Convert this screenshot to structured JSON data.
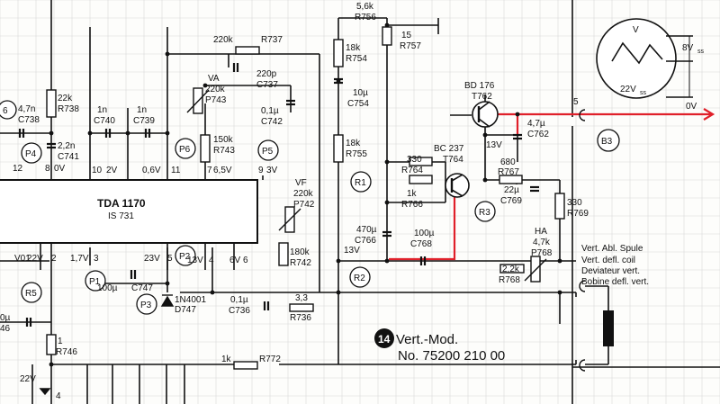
{
  "colors": {
    "ink": "#111111",
    "highlight": "#e0202a",
    "grid": "#d9d9d9",
    "paper": "#fdfdfb"
  },
  "ic": {
    "name": "TDA 1170",
    "code": "IS 731"
  },
  "components": {
    "r756_val": "5,6k",
    "r756": "R756",
    "r757_val": "15",
    "r757": "R757",
    "r754_val": "18k",
    "r754": "R754",
    "c754_val": "10µ",
    "c754": "C754",
    "r755_val": "18k",
    "r755": "R755",
    "r737_val": "220k",
    "r737": "R737",
    "c737_val": "220p",
    "c737": "C737",
    "p743_name": "VA",
    "p743_val": "220k",
    "p743": "P743",
    "c742_val": "0,1µ",
    "c742": "C742",
    "r743_val": "150k",
    "r743": "R743",
    "r738_val": "22k",
    "r738": "R738",
    "c738_val": "4,7n",
    "c738": "C738",
    "c740_val": "1n",
    "c740": "C740",
    "c739_val": "1n",
    "c739": "C739",
    "c741_val": "2,2n",
    "c741": "C741",
    "p742_name": "VF",
    "p742_val": "220k",
    "p742": "P742",
    "r742_val": "180k",
    "r742": "R742",
    "t762_type": "BD 176",
    "t762": "T762",
    "t764_type": "BC 237",
    "t764": "T764",
    "c762_val": "4,7µ",
    "c762": "C762",
    "r764_val": "330",
    "r764": "R764",
    "r766_val": "1k",
    "r766": "R766",
    "r767_val": "680",
    "r767": "R767",
    "c769_val": "22µ",
    "c769": "C769",
    "r769_val": "330",
    "r769": "R769",
    "c766_val": "470µ",
    "c766": "C766",
    "c768_val": "100µ",
    "c768": "C768",
    "p768_name": "HA",
    "p768_val": "4,7k",
    "p768": "P768",
    "r768_val": "2,2k",
    "r768": "R768",
    "c747_val": "100µ",
    "c747": "C747",
    "d747_type": "1N4001",
    "d747": "D747",
    "c736_val": "0,1µ",
    "c736": "C736",
    "r736_val": "3,3",
    "r736": "R736",
    "r746_val": "1",
    "r746": "R746",
    "r772_val": "1k",
    "r772": "R772"
  },
  "test_points": {
    "p1": "P1",
    "p2": "P2",
    "p3": "P3",
    "p4": "P4",
    "p5": "P5",
    "p6": "P6",
    "r1": "R1",
    "r2": "R2",
    "r3": "R3",
    "r5": "R5",
    "b3": "B3"
  },
  "voltages": {
    "v0": "0V",
    "v2": "2V",
    "v06": "0,6V",
    "v65": "6,5V",
    "v3": "3V",
    "v17": "1,7V",
    "v22a": "22V",
    "v23": "23V",
    "v13a": "13V",
    "v6": "6V",
    "v13b": "13V",
    "v13c": "13V",
    "v22b": "22V",
    "v0out": "0V"
  },
  "pins": {
    "p12": "12",
    "p8": "8",
    "p10": "10",
    "p11": "11",
    "p7": "7",
    "p9": "9",
    "p1": "1",
    "p2": "2",
    "p3": "3",
    "p4": "4",
    "p5": "5",
    "p6": "6",
    "pout5": "5",
    "pin4": "4"
  },
  "waveform": {
    "v_label": "V",
    "v8": "8V",
    "v8_sub": "ss",
    "v22": "22V",
    "v22_sub": "ss",
    "v0": "0V"
  },
  "coil": {
    "line1": "Vert. Abl. Spule",
    "line2": "Vert. defl. coil",
    "line3": "Deviateur vert.",
    "line4": "Bobine defl. vert."
  },
  "module": {
    "number": "14",
    "title": "Vert.-Mod.",
    "part": "No. 75200 210 00"
  },
  "frag": {
    "f6": "6",
    "f746": "46",
    "fvo1": "V01",
    "fu": "0µ"
  }
}
